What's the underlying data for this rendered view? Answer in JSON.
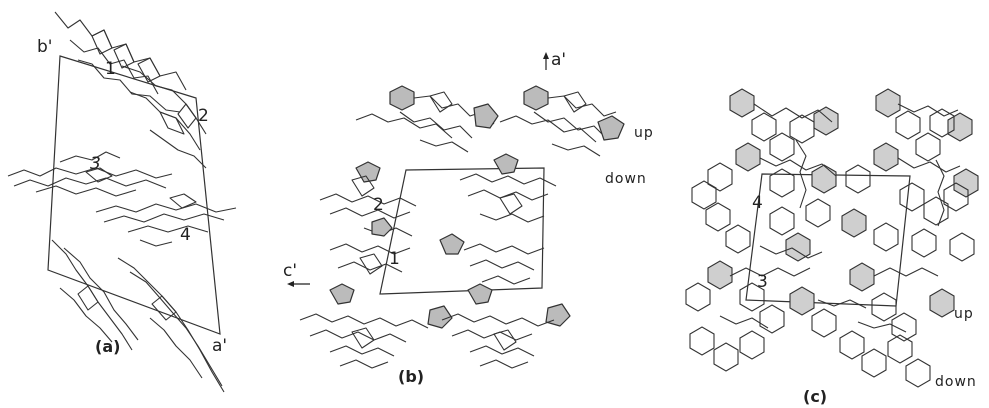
{
  "panels": [
    {
      "id": "a",
      "caption": "(a)",
      "axis_labels": [
        "b'",
        "a'"
      ],
      "molecule_numbers": [
        "1",
        "2",
        "3",
        "4"
      ]
    },
    {
      "id": "b",
      "caption": "(b)",
      "axis_labels": [
        "a'",
        "c'"
      ],
      "layer_labels": [
        "up",
        "down"
      ],
      "molecule_numbers": [
        "2",
        "1"
      ]
    },
    {
      "id": "c",
      "caption": "(c)",
      "layer_labels": [
        "up",
        "down"
      ],
      "molecule_numbers": [
        "4",
        "3"
      ]
    }
  ]
}
